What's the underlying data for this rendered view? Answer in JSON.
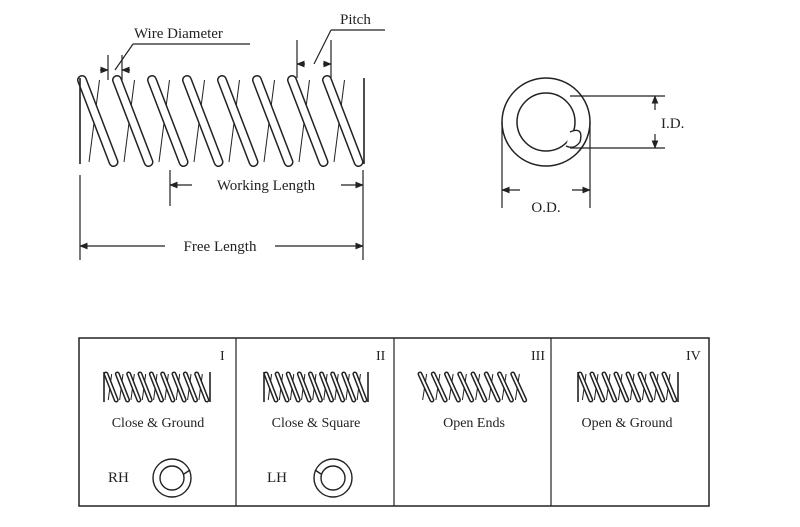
{
  "spring_diagram": {
    "wire_diameter_label": "Wire Diameter",
    "pitch_label": "Pitch",
    "working_length_label": "Working Length",
    "free_length_label": "Free Length"
  },
  "end_view": {
    "id_label": "I.D.",
    "od_label": "O.D."
  },
  "end_types": [
    {
      "numeral": "I",
      "label": "Close & Ground"
    },
    {
      "numeral": "II",
      "label": "Close & Square"
    },
    {
      "numeral": "III",
      "label": "Open Ends"
    },
    {
      "numeral": "IV",
      "label": "Open & Ground"
    }
  ],
  "winding": [
    {
      "label": "RH"
    },
    {
      "label": "LH"
    }
  ],
  "colors": {
    "ink": "#222222",
    "background": "#ffffff"
  }
}
